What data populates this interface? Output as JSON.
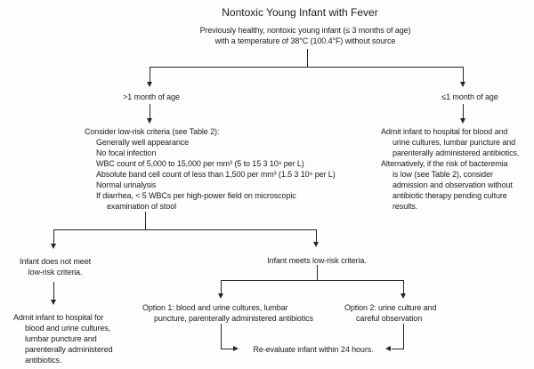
{
  "title": "Nontoxic Young Infant with Fever",
  "root_condition": {
    "line1": "Previously healthy, nontoxic young infant (≤ 3 months of age)",
    "line2": "with a temperature of 38°C (100.4°F) without source"
  },
  "branches": {
    "older_label": ">1 month of age",
    "younger_label": "≤1 month of age"
  },
  "low_risk_criteria": {
    "lines": [
      "Consider low-risk criteria (see Table 2):",
      "Generally well appearance",
      "No focal infection",
      "WBC count of 5,000 to 15,000 per mm³ (5 to 15 3 10⁹ per L)",
      "Absolute band cell count of less than 1,500 per mm³ (1.5 3 10⁹ per L)",
      "Normal urinalysis",
      "If diarrhea, < 5 WBCs per high-power field on microscopic",
      "examination of stool"
    ]
  },
  "younger_action": {
    "lines": [
      "Admit infant to hospital for blood and",
      "urine cultures, lumbar puncture and",
      "parenterally administered antibiotics.",
      "Alternatively, if the risk of bacteremia",
      "is low (see Table 2), consider",
      "admission and observation without",
      "antibiotic therapy pending culture",
      "results."
    ]
  },
  "not_meet": {
    "line1": "Infant does not meet",
    "line2": "low-risk criteria."
  },
  "not_meet_action": {
    "lines": [
      "Admit infant to hospital for",
      "blood and urine cultures,",
      "lumbar puncture and",
      "parenterally administered",
      "antibiotics."
    ]
  },
  "meets": {
    "label": "Infant meets low-risk criteria."
  },
  "option1": {
    "line1": "Option 1: blood and urine cultures, lumbar",
    "line2": "puncture, parenterally administered antibiotics"
  },
  "option2": {
    "line1": "Option 2: urine culture and",
    "line2": "careful observation"
  },
  "followup": {
    "label": "Re-evaluate infant within 24 hours."
  },
  "colors": {
    "text": "#1c1c1c",
    "line": "#262626",
    "background": "#fdfdfd"
  }
}
